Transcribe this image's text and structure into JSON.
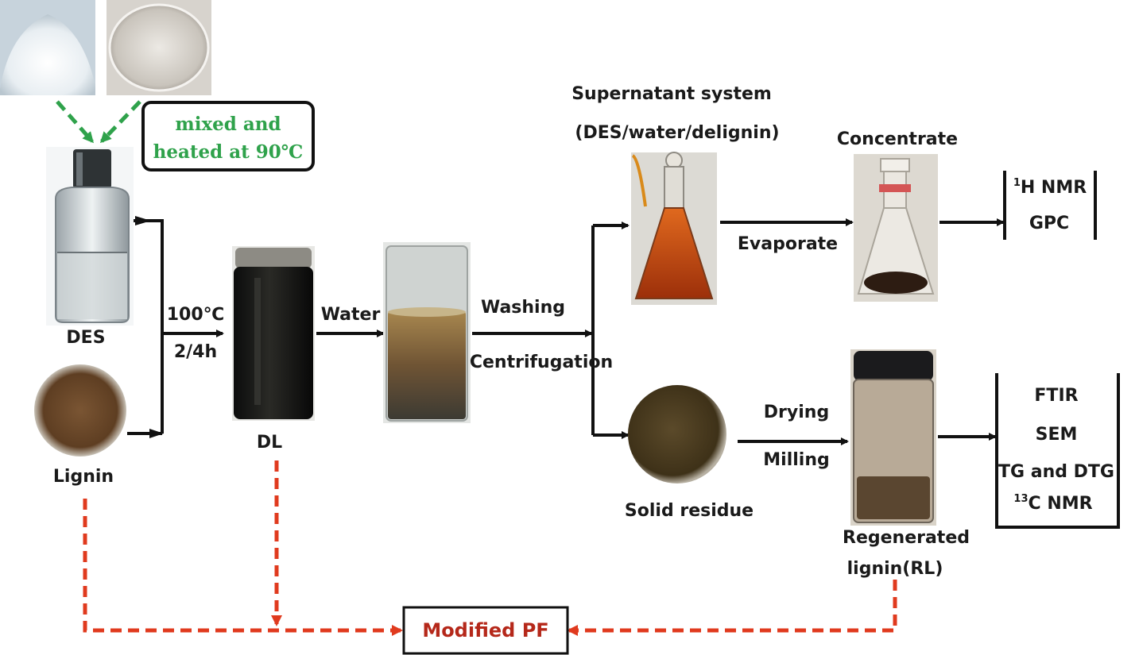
{
  "labels": {
    "des": "DES",
    "lignin": "Lignin",
    "temp": "100℃",
    "time": "2/4h",
    "dl": "DL",
    "water": "Water",
    "washing": "Washing",
    "centrifugation": "Centrifugation",
    "supernatant_1": "Supernatant system",
    "supernatant_2": "(DES/water/delignin)",
    "evaporate": "Evaporate",
    "concentrate": "Concentrate",
    "solid_residue": "Solid residue",
    "drying": "Drying",
    "milling": "Milling",
    "rl_1": "Regenerated",
    "rl_2": "lignin(RL)",
    "modified_pf": "Modified PF"
  },
  "mix_box": {
    "line1": "mixed and",
    "line2": "heated at 90℃"
  },
  "analysis_top": {
    "nmr_sup": "1",
    "nmr_text": "H NMR",
    "gpc": "GPC"
  },
  "analysis_bottom": {
    "ftir": "FTIR",
    "sem": "SEM",
    "tg": "TG and DTG",
    "c13_sup": "13",
    "c13_text": "C NMR"
  },
  "colors": {
    "green": "#2fa24b",
    "red": "#e03a1e",
    "dark_red": "#b5281a",
    "text": "#1a1a1a"
  }
}
